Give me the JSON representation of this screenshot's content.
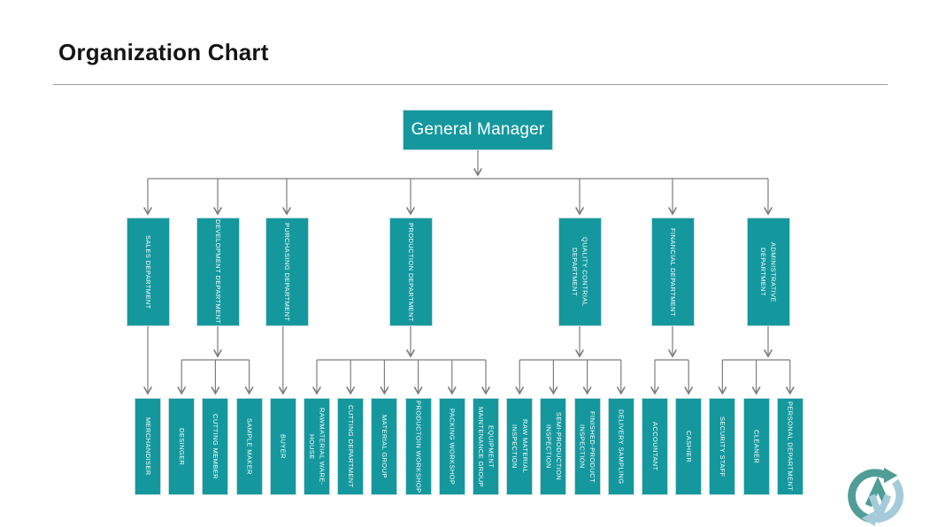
{
  "page": {
    "title": "Organization Chart"
  },
  "org": {
    "root": {
      "label": "General Manager"
    },
    "departments": [
      {
        "label": "SALES DEPARTMENT",
        "children": [
          "MERCHANDISER"
        ]
      },
      {
        "label": "DEVELOPMENT DEPARTMENT",
        "children": [
          "DESINGER",
          "CUTTING MEMBER",
          "SAMPLE MAKER"
        ]
      },
      {
        "label": "PURCHASING DEPARTMENT",
        "children": [
          "BUYER"
        ]
      },
      {
        "label": "PRODUCTION DEPARTMENT",
        "children": [
          "RAWMATERIAL WARE-\nHOUSE",
          "CUTTING DEPARTMENT",
          "MATERIAL GROUP",
          "PRODUCTOIN WORKSHOP",
          "PACKING WORKSHOP",
          "EQUIPMENT\nMAINTENANCE GROUP"
        ]
      },
      {
        "label": "QUALITY CONTRIAL\nDEPARTMENT",
        "children": [
          "RAW MATERIAL\nINSPECTION",
          "SEMI-PRODUCTION\nINSPECTION",
          "FINISHED-PRODUCT\nINSPECTION",
          "DELIVERY SAMPLING"
        ]
      },
      {
        "label": "FINANCIAL DEPARTMENT",
        "children": [
          "ACCOUNTANT",
          "CASHIER"
        ]
      },
      {
        "label": "ADMINISTRATIVE\nDEPARTMENT",
        "children": [
          "SECURITY STAFF",
          "CLEANER",
          "PERSONAL DEPARTMENT"
        ]
      }
    ],
    "colors": {
      "node_fill": "#14989E",
      "node_text": "#ffffff",
      "connector": "#7d7d7d",
      "logo_dark": "#4f9d96",
      "logo_light": "#a5cbda"
    }
  }
}
